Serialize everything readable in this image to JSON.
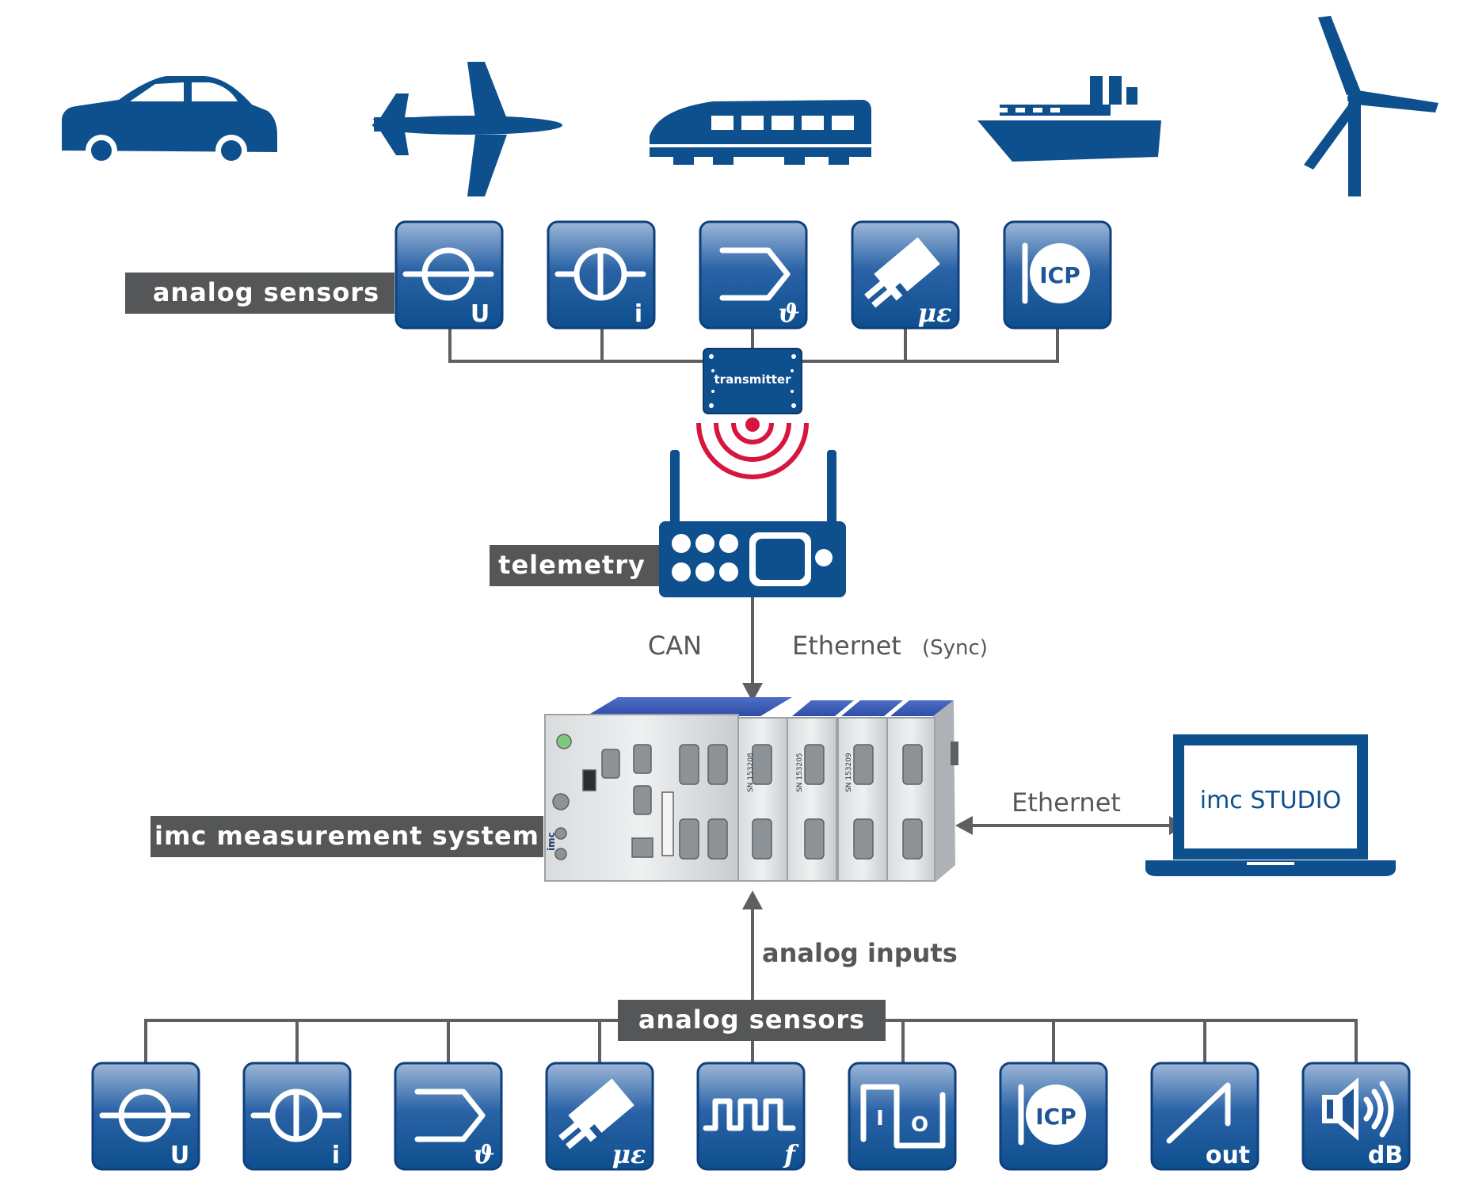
{
  "labels": {
    "analog_sensors_top": "analog sensors",
    "analog_sensors_bottom": "analog sensors",
    "transmitter": "transmitter",
    "telemetry": "telemetry",
    "can": "CAN",
    "ethernet_sync_main": "Ethernet",
    "ethernet_sync_suffix": "(Sync)",
    "imc_measurement_system": "imc measurement system",
    "ethernet": "Ethernet",
    "imc_studio": "imc STUDIO",
    "analog_inputs": "analog inputs"
  },
  "tiles": {
    "voltage": "U",
    "current": "i",
    "temperature": "ϑ",
    "strain": "με",
    "icp": "ICP",
    "frequency": "f",
    "out": "out",
    "db": "dB",
    "digital_i": "I",
    "digital_o": "O"
  },
  "module_text": {
    "sn1": "SN 153208",
    "sn2": "SN 153205",
    "sn3": "SN 153209",
    "brand": "imc"
  },
  "icons": {
    "vehicles": [
      "car-icon",
      "airplane-icon",
      "train-icon",
      "ship-icon",
      "wind-turbine-icon"
    ]
  },
  "colors": {
    "brand_blue": "#0e4f8e",
    "tag_gray": "#545658",
    "signal_red": "#d6163f"
  }
}
